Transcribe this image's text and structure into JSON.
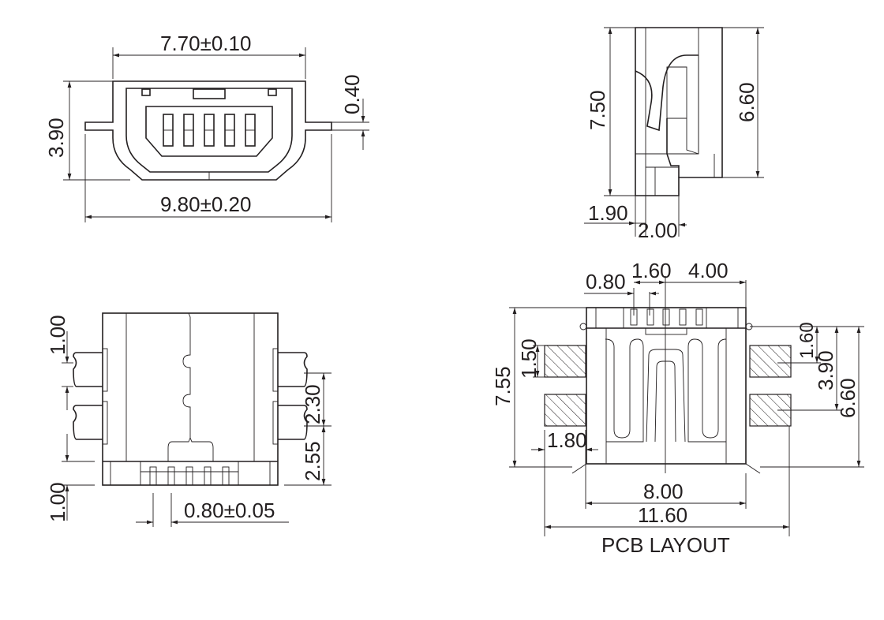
{
  "front_view": {
    "width_top": "7.70±0.10",
    "width_bottom": "9.80±0.20",
    "height": "3.90",
    "tab_thickness": "0.40"
  },
  "side_view": {
    "height_total": "7.50",
    "height_body": "6.60",
    "offset_a": "1.90",
    "offset_b": "2.00"
  },
  "bottom_view": {
    "top_margin": "1.00",
    "bottom_margin": "1.00",
    "tab_pitch": "2.30",
    "tab_offset": "2.55",
    "pin_pitch": "0.80±0.05"
  },
  "pcb_layout": {
    "title": "PCB LAYOUT",
    "pin_pitch": "0.80",
    "pin_span": "1.60",
    "half_width": "4.00",
    "total_height": "7.55",
    "pad_height": "1.50",
    "pad_offset": "1.60",
    "pad_span": "3.90",
    "body_height": "6.60",
    "pad_width": "1.80",
    "body_width": "8.00",
    "total_width": "11.60"
  }
}
